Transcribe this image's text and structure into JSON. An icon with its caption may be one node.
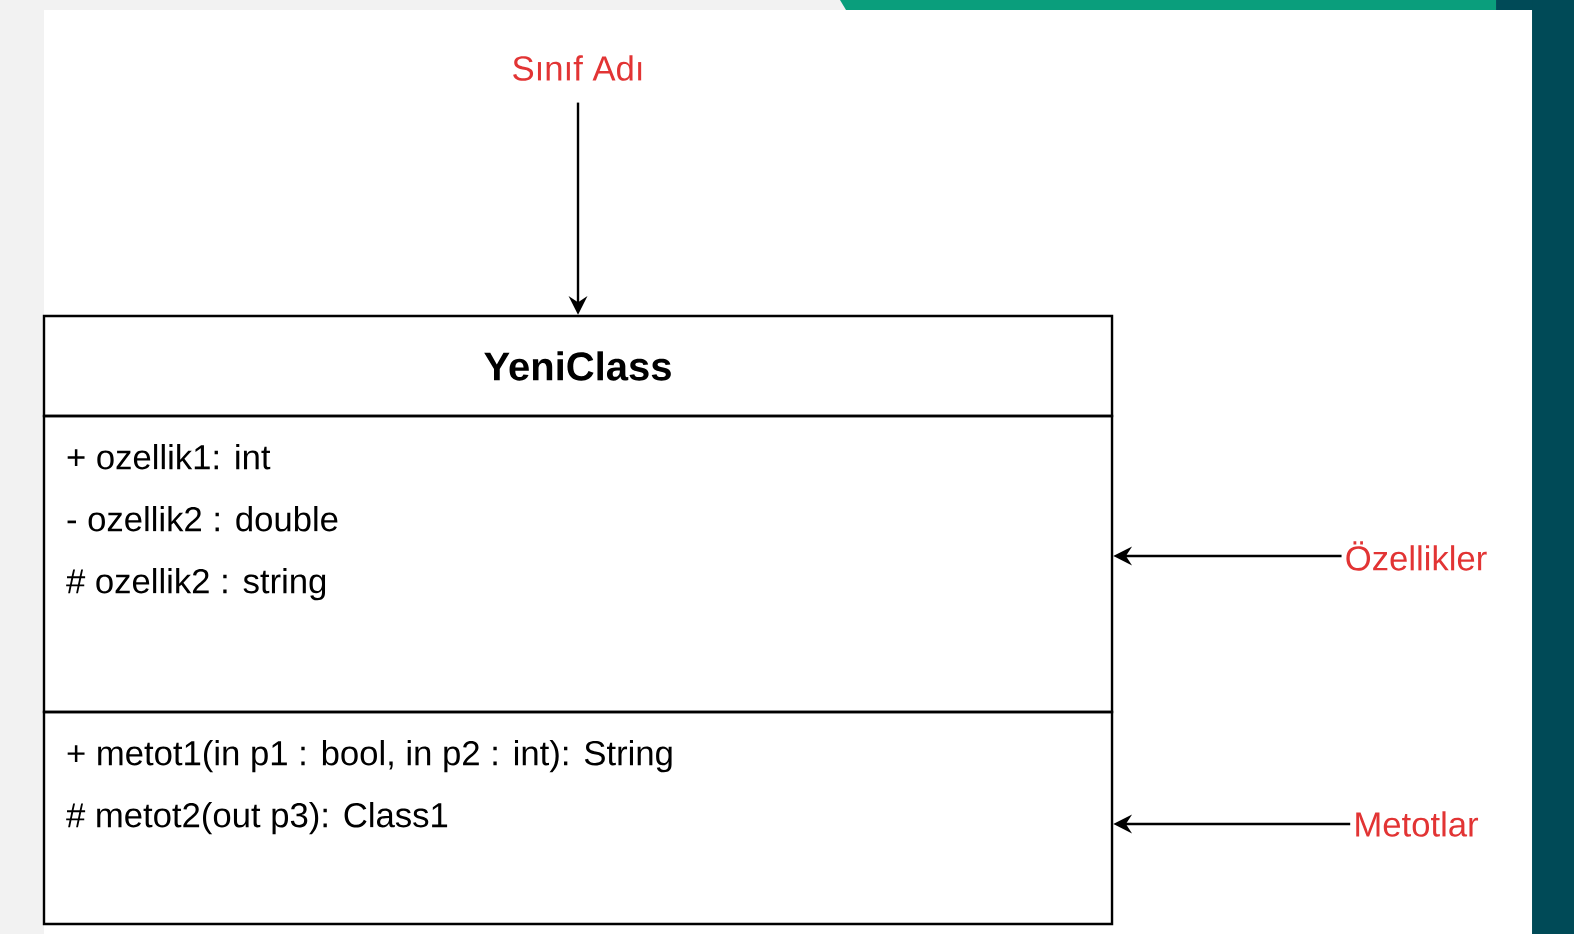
{
  "diagram": {
    "nodes": [
      {
        "text": [
          "Sınıf Adı"
        ]
      },
      {
        "text": [
          "YeniClass"
        ]
      },
      {
        "text": [
          "+ ozellik1: int",
          "- ozellik2 : double",
          "# ozellik2 : string"
        ]
      },
      {
        "text": [
          "+ metot1(in p1 : bool, in p2 : int): String",
          "# metot2(out p3): Class1"
        ]
      },
      {
        "text": [
          "Özellikler"
        ]
      },
      {
        "text": [
          "Metotlar"
        ]
      }
    ],
    "edges": [
      {
        "from": 0,
        "to": 1,
        "arrow": "to"
      },
      {
        "from": 4,
        "to": 2,
        "arrow": "to"
      },
      {
        "from": 5,
        "to": 3,
        "arrow": "to"
      }
    ]
  }
}
